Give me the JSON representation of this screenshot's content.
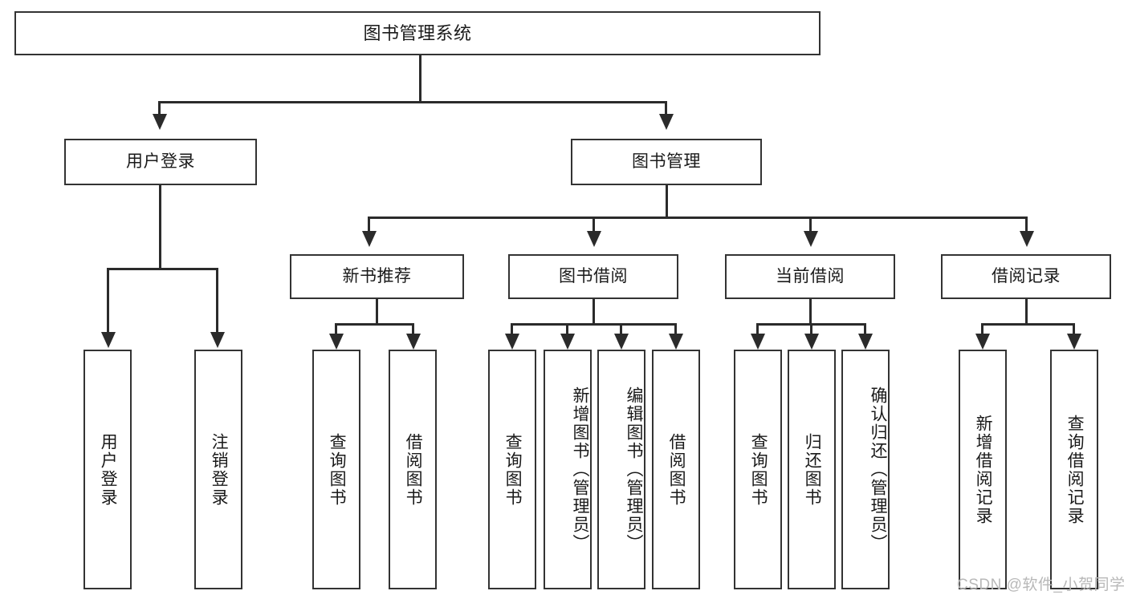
{
  "diagram": {
    "type": "tree-hierarchy-chart",
    "title": "图书管理系统",
    "watermark": "CSDN @软件_小贺同学",
    "colors": {
      "box_border": "#333333",
      "box_fill": "#ffffff",
      "connector": "#2b2b2b",
      "text": "#1a1a1a",
      "watermark": "#b8b8b8"
    },
    "level1": {
      "label": "图书管理系统"
    },
    "level2": [
      {
        "label": "用户登录"
      },
      {
        "label": "图书管理"
      }
    ],
    "level3": [
      {
        "label": "新书推荐"
      },
      {
        "label": "图书借阅"
      },
      {
        "label": "当前借阅"
      },
      {
        "label": "借阅记录"
      }
    ],
    "leaves": {
      "user_login": [
        {
          "label": "用户登录"
        },
        {
          "label": "注销登录"
        }
      ],
      "new_book": [
        {
          "label": "查询图书"
        },
        {
          "label": "借阅图书"
        }
      ],
      "book_borrow": [
        {
          "label": "查询图书"
        },
        {
          "label": "新增图书（管理员）"
        },
        {
          "label": "编辑图书（管理员）"
        },
        {
          "label": "借阅图书"
        }
      ],
      "current_borrow": [
        {
          "label": "查询图书"
        },
        {
          "label": "归还图书"
        },
        {
          "label": "确认归还（管理员）"
        }
      ],
      "borrow_record": [
        {
          "label": "新增借阅记录"
        },
        {
          "label": "查询借阅记录"
        }
      ]
    }
  }
}
